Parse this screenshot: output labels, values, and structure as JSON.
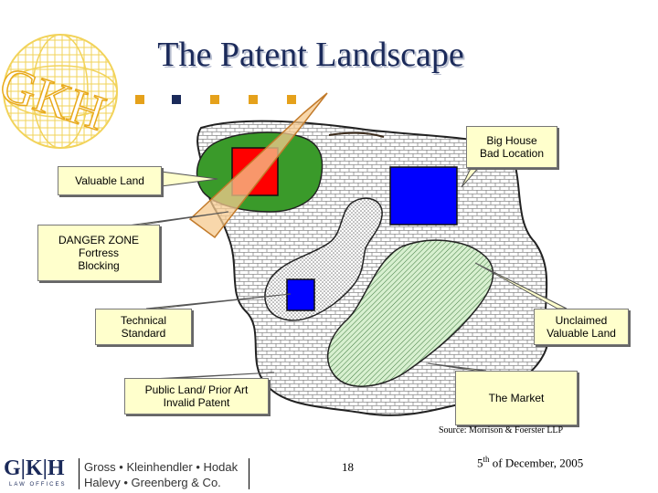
{
  "title": "The Patent Landscape",
  "logo": {
    "letters": "GKH",
    "footer_letters": "G|K|H",
    "footer_sub": "LAW OFFICES"
  },
  "callouts": {
    "big_house": "Big House\nBad Location",
    "valuable_land": "Valuable Land",
    "danger_zone": "DANGER ZONE\nFortress\nBlocking",
    "technical_standard": "Technical\nStandard",
    "unclaimed": "Unclaimed\nValuable Land",
    "public_land": "Public Land/ Prior Art\nInvalid Patent",
    "market": "The Market"
  },
  "source": "Source: Morrison & Foerster LLP",
  "footer": {
    "firm_line1": "Gross • Kleinhendler • Hodak",
    "firm_line2": "Halevy • Greenberg & Co.",
    "page_number": "18",
    "date_prefix": "5",
    "date_sup": "th",
    "date_suffix": " of December, 2005"
  },
  "colors": {
    "title": "#1b2a5a",
    "bullet_orange": "#e5a11b",
    "bullet_blue": "#1b2a5a",
    "callout_fill": "#ffffcc",
    "green_land": "#3a9a2a",
    "red_house": "#ff0000",
    "blue_house": "#0000ff",
    "stripe_band": "#f6c98f",
    "globe": "#f2d35a"
  }
}
